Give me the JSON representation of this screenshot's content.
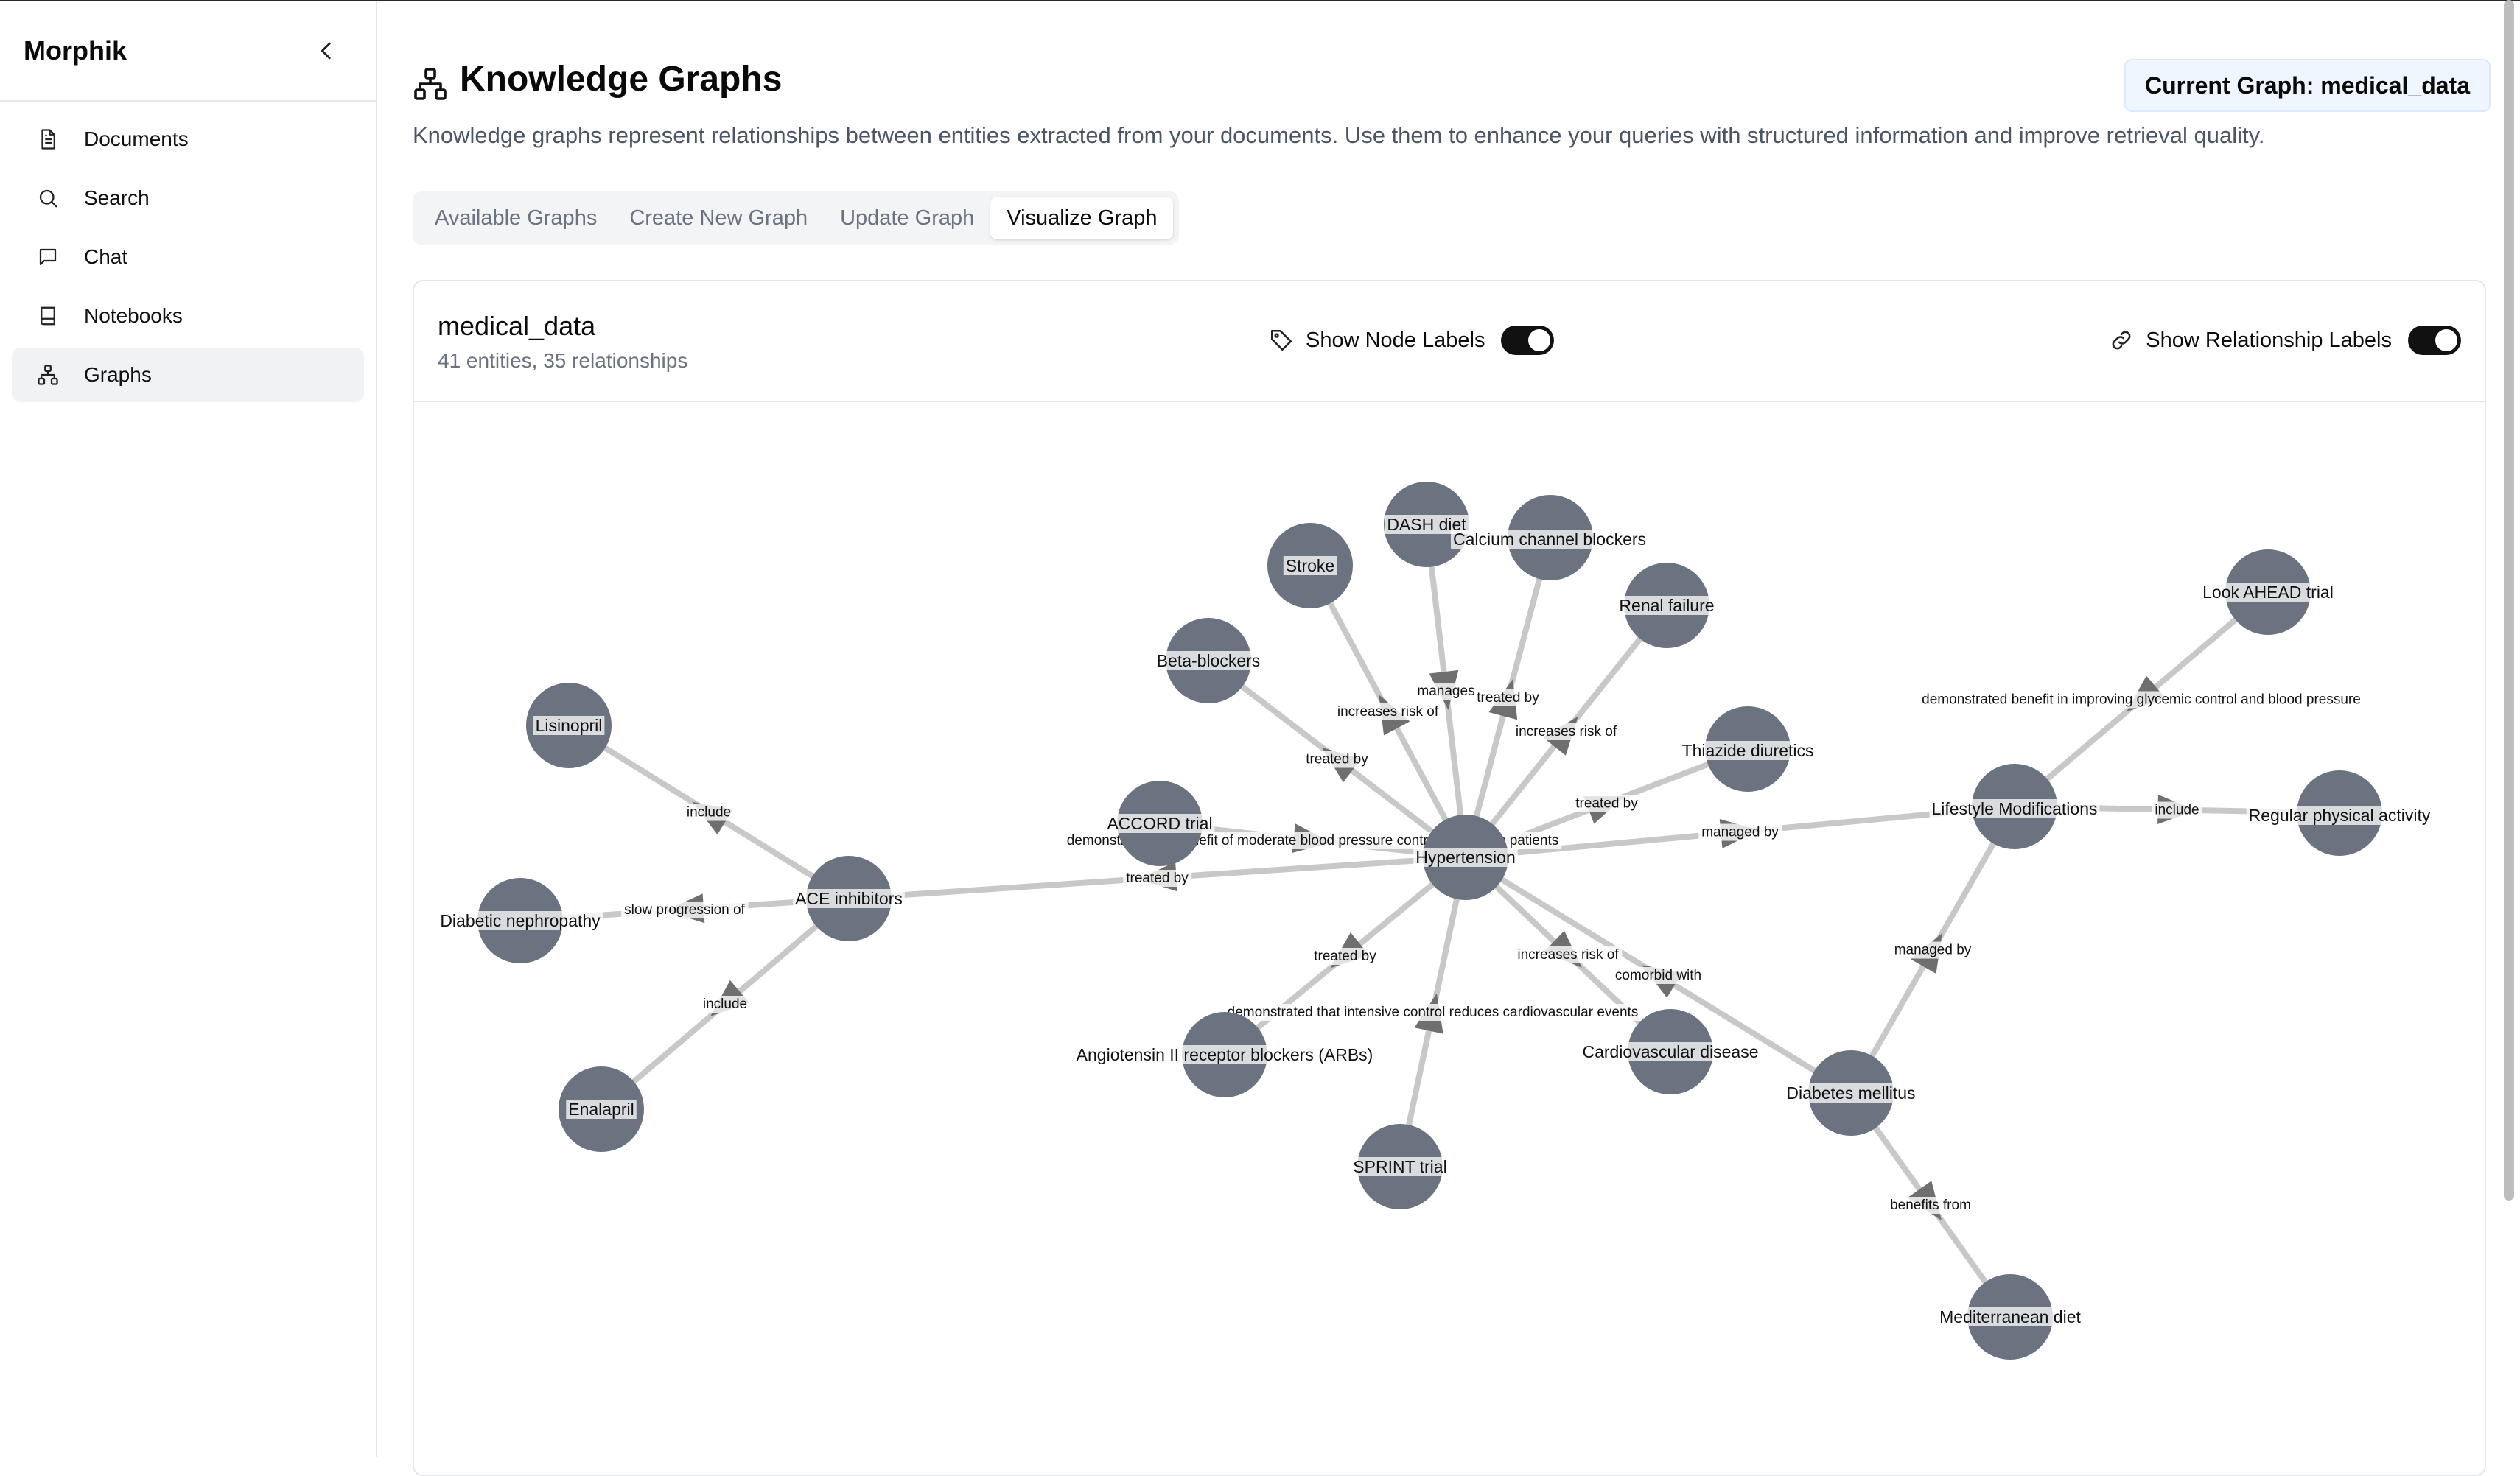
{
  "sidebar": {
    "brand": "Morphik",
    "items": [
      {
        "label": "Documents",
        "icon": "file-text-icon"
      },
      {
        "label": "Search",
        "icon": "search-icon"
      },
      {
        "label": "Chat",
        "icon": "message-square-icon"
      },
      {
        "label": "Notebooks",
        "icon": "book-icon"
      },
      {
        "label": "Graphs",
        "icon": "network-icon",
        "active": true
      }
    ]
  },
  "header": {
    "title": "Knowledge Graphs",
    "current_graph": "Current Graph: medical_data",
    "description": "Knowledge graphs represent relationships between entities extracted from your documents. Use them to enhance your queries with structured information and improve retrieval quality."
  },
  "tabs": [
    {
      "label": "Available Graphs"
    },
    {
      "label": "Create New Graph"
    },
    {
      "label": "Update Graph"
    },
    {
      "label": "Visualize Graph",
      "active": true
    }
  ],
  "graph_panel": {
    "name": "medical_data",
    "stats": "41 entities, 35 relationships",
    "show_node_labels": "Show Node Labels",
    "show_relationship_labels": "Show Relationship Labels",
    "node_labels_on": true,
    "relationship_labels_on": true
  },
  "colors": {
    "node": "#6b7280",
    "edge": "#c8c8c8",
    "arrow": "#6f6f6f",
    "accent": "#111111"
  },
  "graph": {
    "nodes": [
      {
        "id": "hyp",
        "label": "Hypertension"
      },
      {
        "id": "ace",
        "label": "ACE inhibitors"
      },
      {
        "id": "lis",
        "label": "Lisinopril"
      },
      {
        "id": "dnep",
        "label": "Diabetic nephropathy"
      },
      {
        "id": "ena",
        "label": "Enalapril"
      },
      {
        "id": "accord",
        "label": "ACCORD trial"
      },
      {
        "id": "beta",
        "label": "Beta-blockers"
      },
      {
        "id": "stroke",
        "label": "Stroke"
      },
      {
        "id": "dash",
        "label": "DASH diet"
      },
      {
        "id": "ccb",
        "label": "Calcium channel blockers"
      },
      {
        "id": "renal",
        "label": "Renal failure"
      },
      {
        "id": "thiaz",
        "label": "Thiazide diuretics"
      },
      {
        "id": "life",
        "label": "Lifestyle Modifications"
      },
      {
        "id": "look",
        "label": "Look AHEAD trial"
      },
      {
        "id": "rpa",
        "label": "Regular physical activity"
      },
      {
        "id": "arb",
        "label": "Angiotensin II receptor blockers (ARBs)"
      },
      {
        "id": "sprint",
        "label": "SPRINT trial"
      },
      {
        "id": "cvd",
        "label": "Cardiovascular disease"
      },
      {
        "id": "dm",
        "label": "Diabetes mellitus"
      },
      {
        "id": "med",
        "label": "Mediterranean diet"
      }
    ],
    "edges": [
      {
        "from": "hyp",
        "to": "ace",
        "label": "treated by"
      },
      {
        "from": "ace",
        "to": "lis",
        "label": "include"
      },
      {
        "from": "ace",
        "to": "dnep",
        "label": "slow progression of"
      },
      {
        "from": "ace",
        "to": "ena",
        "label": "include"
      },
      {
        "from": "accord",
        "to": "hyp",
        "label": "demonstrated no benefit of moderate blood pressure control in diabetic patients"
      },
      {
        "from": "hyp",
        "to": "beta",
        "label": "treated by"
      },
      {
        "from": "hyp",
        "to": "stroke",
        "label": "increases risk of"
      },
      {
        "from": "dash",
        "to": "hyp",
        "label": "manages"
      },
      {
        "from": "hyp",
        "to": "ccb",
        "label": "treated by"
      },
      {
        "from": "hyp",
        "to": "renal",
        "label": "increases risk of"
      },
      {
        "from": "hyp",
        "to": "thiaz",
        "label": "treated by"
      },
      {
        "from": "hyp",
        "to": "life",
        "label": "managed by"
      },
      {
        "from": "look",
        "to": "life",
        "label": "demonstrated benefit in improving glycemic control and blood pressure"
      },
      {
        "from": "life",
        "to": "rpa",
        "label": "include"
      },
      {
        "from": "hyp",
        "to": "arb",
        "label": "treated by"
      },
      {
        "from": "sprint",
        "to": "hyp",
        "label": "demonstrated that intensive control reduces cardiovascular events"
      },
      {
        "from": "hyp",
        "to": "cvd",
        "label": "increases risk of"
      },
      {
        "from": "dm",
        "to": "hyp",
        "label": "comorbid with"
      },
      {
        "from": "dm",
        "to": "life",
        "label": "managed by"
      },
      {
        "from": "dm",
        "to": "med",
        "label": "benefits from"
      }
    ]
  }
}
